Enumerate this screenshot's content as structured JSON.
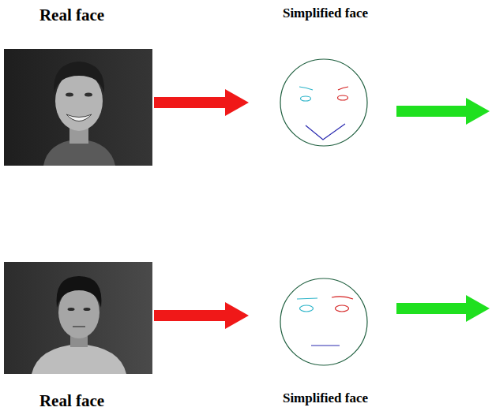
{
  "diagram": {
    "nodes": [
      {
        "text": [
          "Real face"
        ]
      },
      {
        "text": [
          "Simplified face"
        ]
      },
      {
        "text": [
          "Real face"
        ]
      },
      {
        "text": [
          "Simplified face"
        ]
      }
    ],
    "edges": [
      {
        "from": 0,
        "to": 1,
        "arrow": "to"
      },
      {
        "from": 2,
        "to": 3,
        "arrow": "to"
      }
    ]
  }
}
